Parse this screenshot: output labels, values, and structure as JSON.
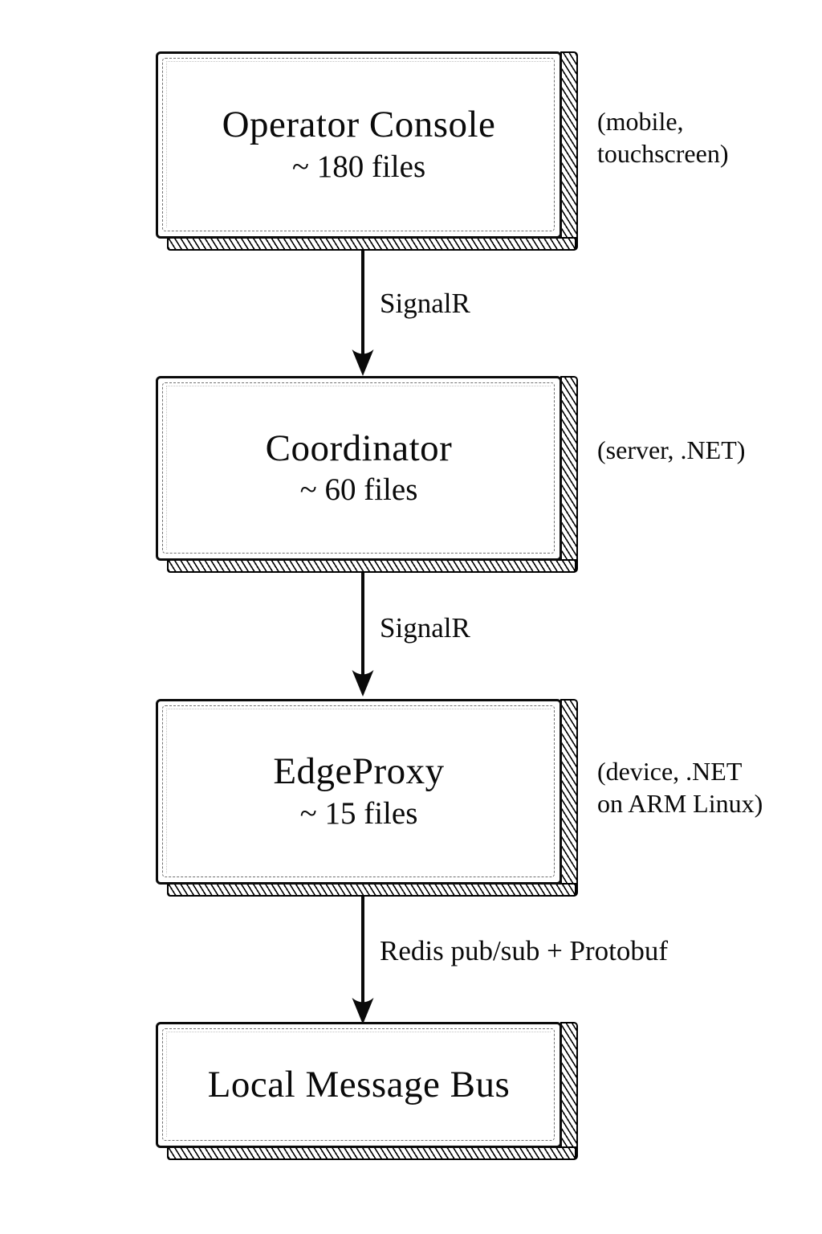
{
  "diagram": {
    "type": "flowchart",
    "orientation": "top-to-bottom",
    "background_color": "#ffffff",
    "stroke_color": "#0a0a0a",
    "style": "hand-drawn 3d boxes",
    "nodes": [
      {
        "id": "operator-console",
        "title": "Operator Console",
        "subtitle": "~ 180 files",
        "annotation": "(mobile,\ntouchscreen)"
      },
      {
        "id": "coordinator",
        "title": "Coordinator",
        "subtitle": "~ 60 files",
        "annotation": "(server, .NET)"
      },
      {
        "id": "edgeproxy",
        "title": "EdgeProxy",
        "subtitle": "~ 15 files",
        "annotation": "(device, .NET\non ARM Linux)"
      },
      {
        "id": "local-message-bus",
        "title": "Local Message Bus",
        "subtitle": "",
        "annotation": ""
      }
    ],
    "edges": [
      {
        "id": "edge-1",
        "from": "operator-console",
        "to": "coordinator",
        "label": "SignalR"
      },
      {
        "id": "edge-2",
        "from": "coordinator",
        "to": "edgeproxy",
        "label": "SignalR"
      },
      {
        "id": "edge-3",
        "from": "edgeproxy",
        "to": "local-message-bus",
        "label": "Redis pub/sub + Protobuf"
      }
    ]
  }
}
